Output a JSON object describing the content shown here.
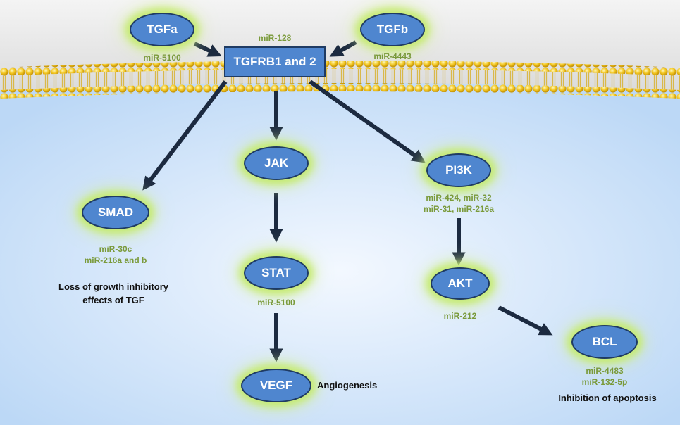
{
  "colors": {
    "node_fill": "#4f86cf",
    "node_border": "#1f3b63",
    "glow": "#c8ec74",
    "mirna_text": "#7a9a3a",
    "arrow": "#1c2a40",
    "membrane_bead": "#f2c51e",
    "cytoplasm": "#cfe3fb"
  },
  "nodes": {
    "tgfa": "TGFa",
    "tgfb": "TGFb",
    "receptor": "TGFRB1 and 2",
    "jak": "JAK",
    "stat": "STAT",
    "vegf": "VEGF",
    "smad": "SMAD",
    "pi3k": "PI3K",
    "akt": "AKT",
    "bcl": "BCL"
  },
  "mirnas": {
    "tgfa": [
      "miR-5100"
    ],
    "tgfb": [
      "miR-4443"
    ],
    "receptor": [
      "miR-128"
    ],
    "smad": [
      "miR-30c",
      "miR-216a and b"
    ],
    "stat": [
      "miR-5100"
    ],
    "pi3k": [
      "miR-424, miR-32",
      "miR-31, miR-216a"
    ],
    "akt": [
      "miR-212"
    ],
    "bcl": [
      "miR-4483",
      "miR-132-5p"
    ]
  },
  "effects": {
    "smad": [
      "Loss of growth inhibitory",
      "effects of TGF"
    ],
    "vegf": "Angiogenesis",
    "bcl": "Inhibition of apoptosis"
  }
}
